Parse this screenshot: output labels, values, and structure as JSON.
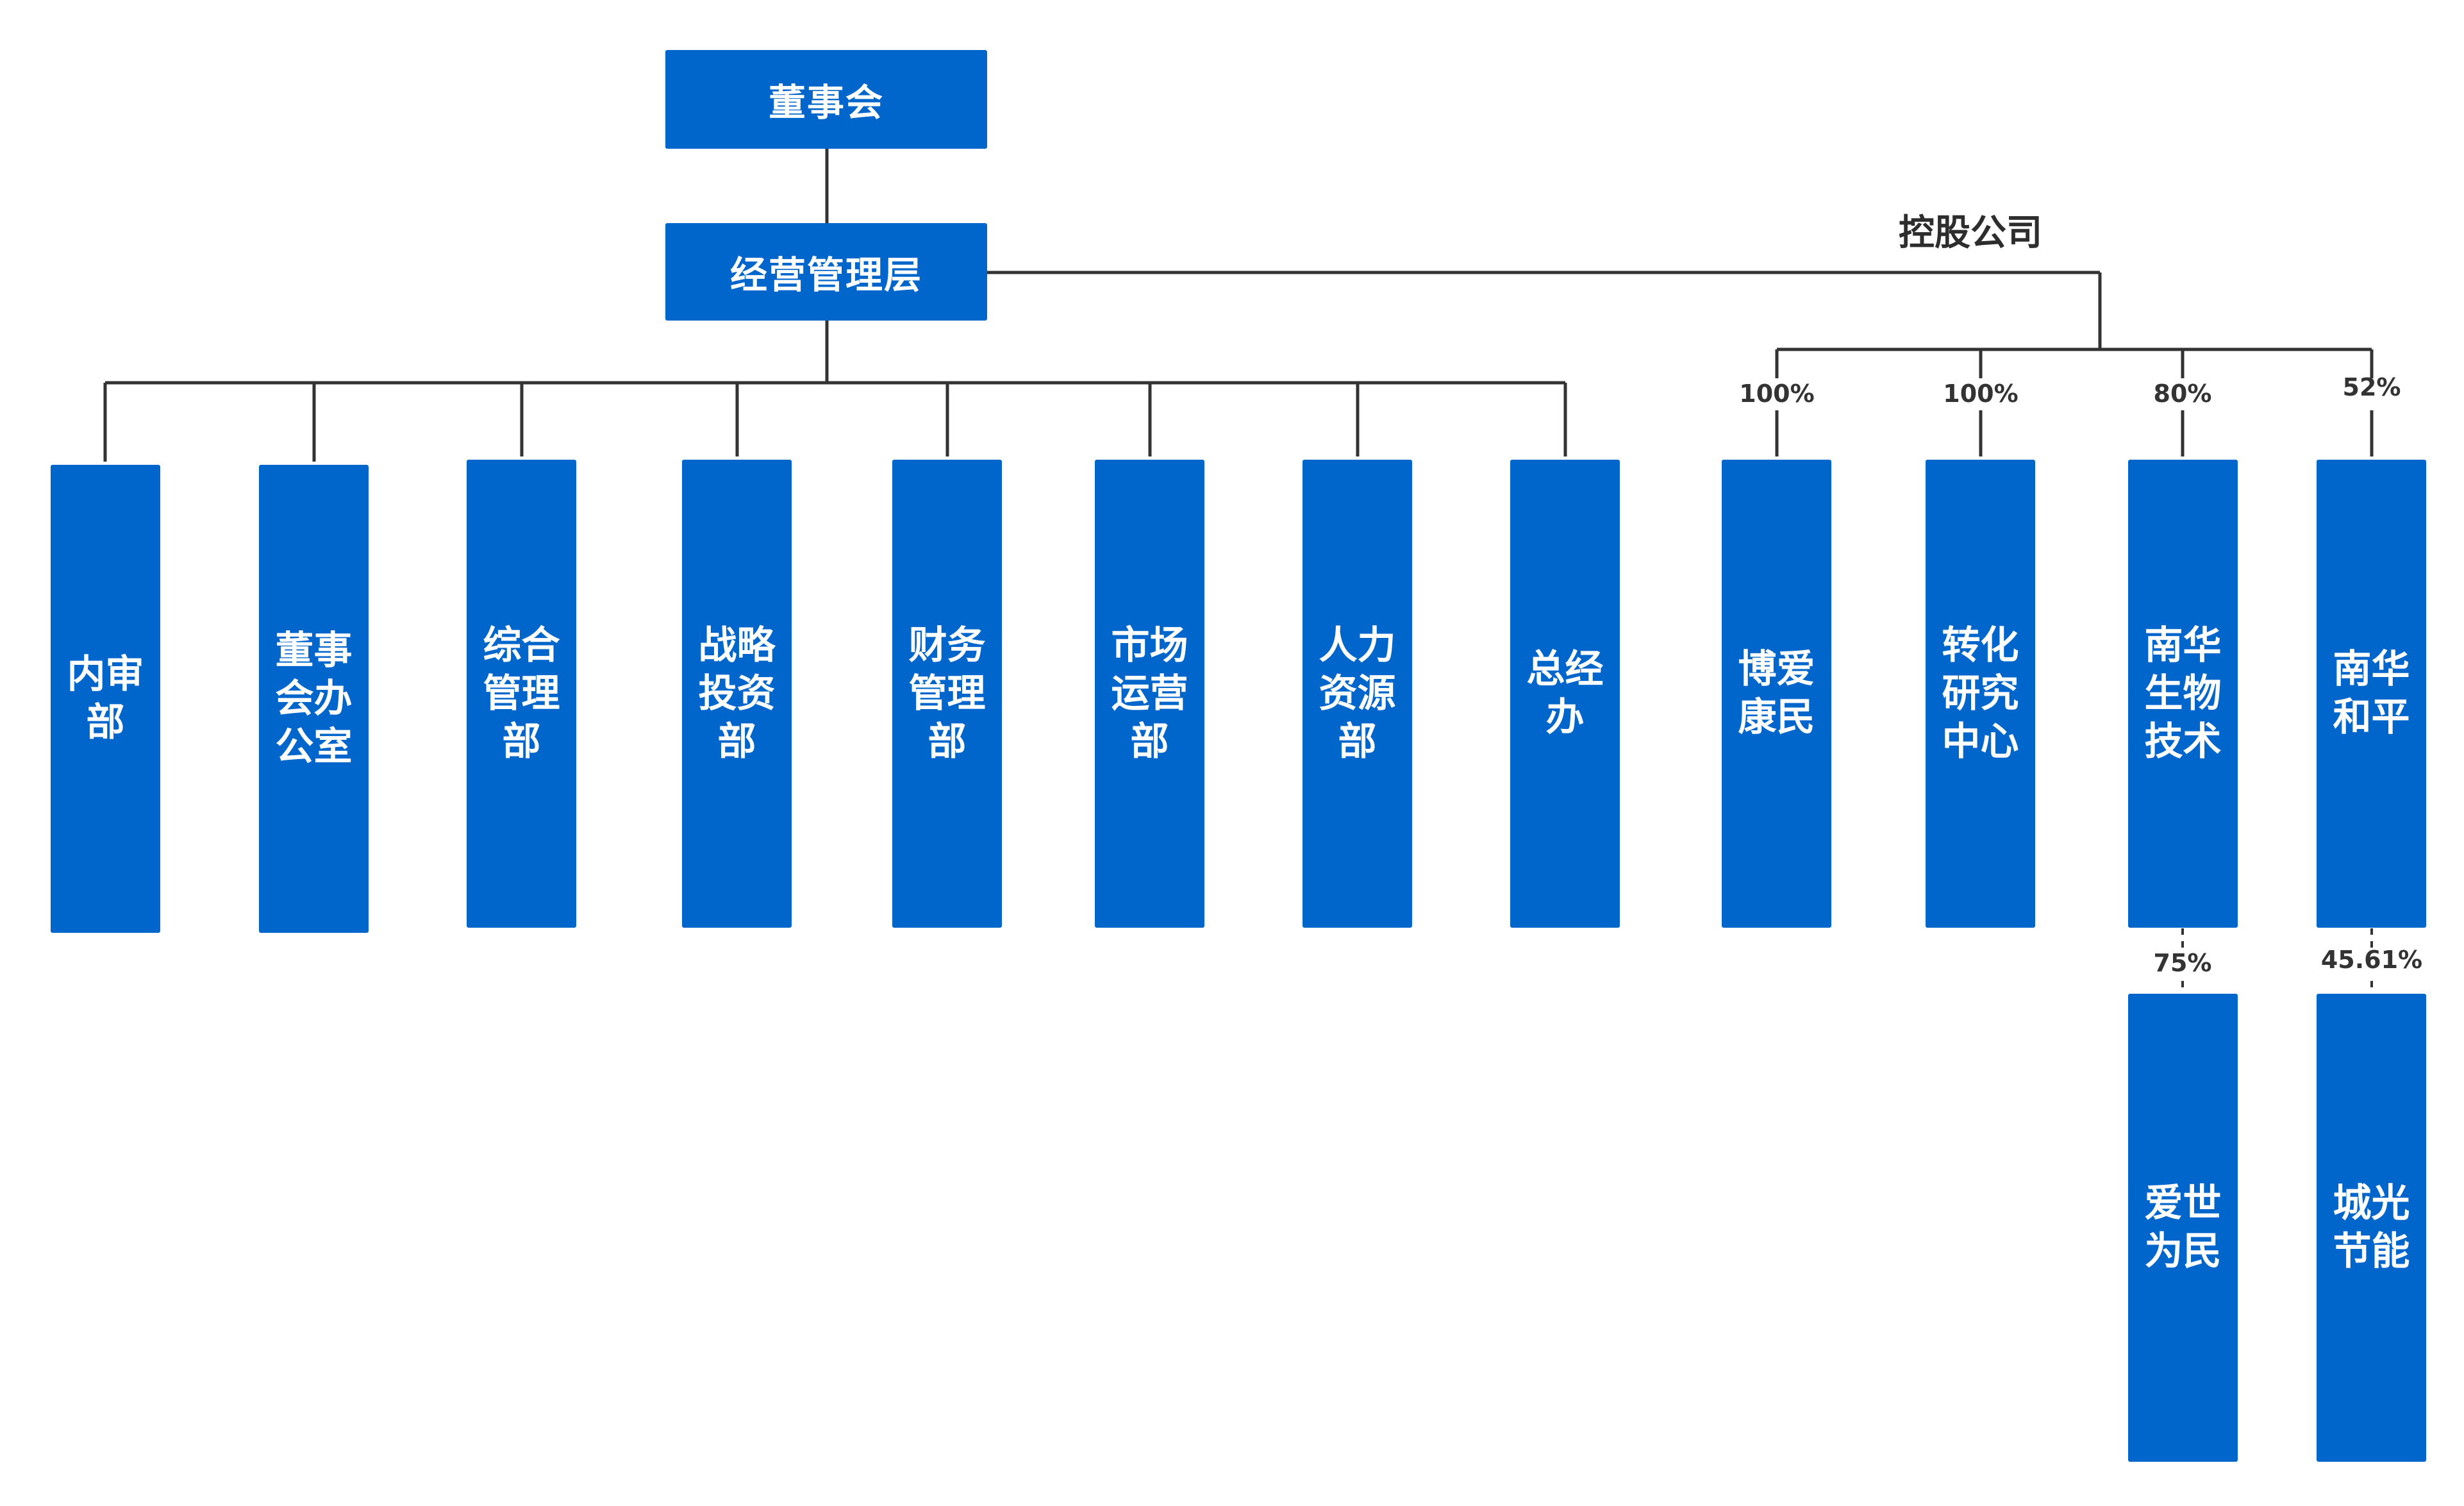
{
  "root": {
    "label": "董事会"
  },
  "management": {
    "label": "经营管理层"
  },
  "holdings_title": "控股公司",
  "departments": [
    "内审部",
    "董事会办公室",
    "综合管理部",
    "战略投资部",
    "财务管理部",
    "市场运营部",
    "人力资源部",
    "总经办"
  ],
  "subsidiaries": [
    {
      "name": "博爱康民",
      "share": "100%"
    },
    {
      "name": "转化研究中心",
      "share": "100%"
    },
    {
      "name": "南华生物技术",
      "share": "80%",
      "child": {
        "name": "爱世为民",
        "share": "75%"
      }
    },
    {
      "name": "南华和平",
      "share": "52%",
      "child": {
        "name": "城光节能",
        "share": "45.61%"
      }
    }
  ],
  "colors": {
    "box": "#0066cc",
    "line": "#333333"
  }
}
